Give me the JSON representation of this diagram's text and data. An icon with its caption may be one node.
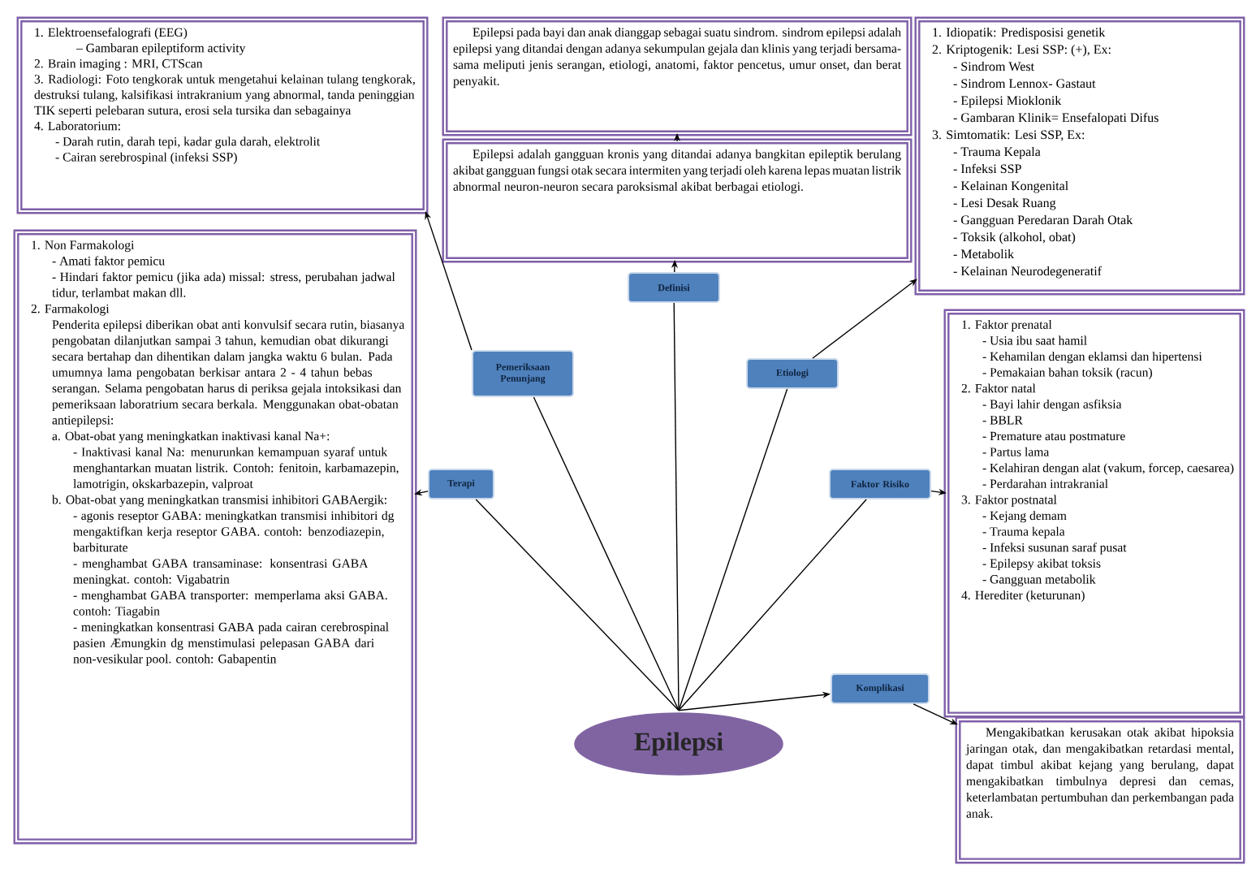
{
  "diagram": {
    "nodes": [
      {
        "text": [
          "Epilepsi"
        ]
      },
      {
        "text": [
          "Definisi"
        ]
      },
      {
        "text": [
          "Pemeriksaan Penunjang"
        ]
      },
      {
        "text": [
          "Etiologi"
        ]
      },
      {
        "text": [
          "Terapi"
        ]
      },
      {
        "text": [
          "Faktor Risiko"
        ]
      },
      {
        "text": [
          "Komplikasi"
        ]
      },
      {
        "text": [
          "1. Elektroensefalografi (EEG)",
          "– Gambaran epileptiform activity",
          "2. Brain imaging : MRI, CTScan",
          "3. Radiologi: Foto tengkorak untuk mengetahui kelainan tulang tengkorak, destruksi tulang, kalsifikasi intrakranium yang abnormal, tanda peninggian TIK seperti pelebaran sutura, erosi sela tursika dan sebagainya",
          "4. Laboratorium:",
          "- Darah rutin, darah tepi, kadar gula darah, elektrolit",
          "- Cairan serebrospinal (infeksi SSP)"
        ]
      },
      {
        "text": [
          "Epilepsi adalah gangguan kronis yang ditandai adanya bangkitan epileptik berulang akibat gangguan fungsi otak secara intermiten yang terjadi oleh karena lepas muatan listrik abnormal neuron-neuron secara paroksismal akibat berbagai etiologi."
        ]
      },
      {
        "text": [
          "Epilepsi pada bayi dan anak dianggap sebagai suatu sindrom. sindrom epilepsi adalah epilepsi yang ditandai dengan adanya sekumpulan gejala dan klinis yang terjadi bersama-sama meliputi jenis serangan, etiologi, anatomi, faktor pencetus, umur onset, dan berat penyakit."
        ]
      },
      {
        "text": [
          "1. Idiopatik: Predisposisi genetik",
          "2. Kriptogenik: Lesi SSP: (+), Ex:",
          "- Sindrom West",
          "- Sindrom Lennox- Gastaut",
          "- Epilepsi Mioklonik",
          "- Gambaran Klinik= Ensefalopati Difus",
          "3. Simtomatik: Lesi SSP, Ex:",
          "- Trauma Kepala",
          "- Infeksi SSP",
          "- Kelainan Kongenital",
          "- Lesi Desak Ruang",
          "- Gangguan Peredaran Darah Otak",
          "- Toksik (alkohol, obat)",
          "- Metabolik",
          "- Kelainan Neurodegeneratif"
        ]
      },
      {
        "text": [
          "1. Non Farmakologi",
          "- Amati faktor pemicu",
          "- Hindari faktor pemicu (jika ada) missal: stress, perubahan jadwal tidur, terlambat makan dll.",
          "2. Farmakologi",
          "Penderita epilepsi diberikan obat anti konvulsif secara rutin, biasanya pengobatan dilanjutkan sampai 3 tahun, kemudian obat dikurangi secara bertahap dan dihentikan dalam jangka waktu 6 bulan. Pada umumnya lama pengobatan berkisar antara 2 - 4 tahun bebas serangan. Selama pengobatan harus di periksa gejala intoksikasi dan pemeriksaan laboratrium secara berkala. Menggunakan obat-obatan antiepilepsi:",
          "a. Obat-obat yang meningkatkan inaktivasi kanal Na+:",
          "- Inaktivasi kanal Na: menurunkan kemampuan syaraf untuk menghantarkan muatan listrik. Contoh: fenitoin, karbamazepin, lamotrigin, okskarbazepin, valproat",
          "b. Obat-obat yang meningkatkan transmisi inhibitori GABAergik:",
          "- agonis reseptor GABA: meningkatkan transmisi inhibitori dg mengaktifkan kerja reseptor GABA. contoh: benzodiazepin, barbiturate",
          "- menghambat GABA transaminase: konsentrasi GABA meningkat. contoh: Vigabatrin",
          "- menghambat GABA transporter: memperlama aksi GABA. contoh: Tiagabin",
          "- meningkatkan konsentrasi GABA pada cairan cerebrospinal pasien Æmungkin dg menstimulasi pelepasan GABA dari non-vesikular pool. contoh: Gabapentin"
        ]
      },
      {
        "text": [
          "1. Faktor prenatal",
          "- Usia ibu saat hamil",
          "- Kehamilan dengan eklamsi dan hipertensi",
          "- Pemakaian bahan toksik (racun)",
          "2. Faktor natal",
          "- Bayi lahir dengan asfiksia",
          "- BBLR",
          "- Premature atau postmature",
          "- Partus lama",
          "- Kelahiran dengan alat (vakum, forcep, caesarea)",
          "- Perdarahan intrakranial",
          "3. Faktor postnatal",
          "- Kejang demam",
          "- Trauma kepala",
          "- Infeksi susunan saraf pusat",
          "- Epilepsy akibat toksis",
          "- Gangguan metabolik",
          "4. Herediter (keturunan)"
        ]
      },
      {
        "text": [
          "Mengakibatkan kerusakan otak akibat hipoksia jaringan otak, dan mengakibatkan retardasi mental, dapat timbul akibat kejang yang berulang, dapat mengakibatkan timbulnya depresi dan cemas, keterlambatan pertumbuhan dan perkembangan pada anak."
        ]
      }
    ],
    "edges": [
      {
        "from": 0,
        "to": 1,
        "arrow": "none"
      },
      {
        "from": 0,
        "to": 2,
        "arrow": "none"
      },
      {
        "from": 0,
        "to": 3,
        "arrow": "none"
      },
      {
        "from": 0,
        "to": 4,
        "arrow": "none"
      },
      {
        "from": 0,
        "to": 5,
        "arrow": "none"
      },
      {
        "from": 0,
        "to": 6,
        "arrow": "to"
      },
      {
        "from": 1,
        "to": 8,
        "arrow": "to"
      },
      {
        "from": 8,
        "to": 9,
        "arrow": "to"
      },
      {
        "from": 2,
        "to": 7,
        "arrow": "to"
      },
      {
        "from": 3,
        "to": 10,
        "arrow": "to"
      },
      {
        "from": 4,
        "to": 11,
        "arrow": "to"
      },
      {
        "from": 5,
        "to": 12,
        "arrow": "to"
      },
      {
        "from": 6,
        "to": 13,
        "arrow": "to"
      }
    ]
  }
}
